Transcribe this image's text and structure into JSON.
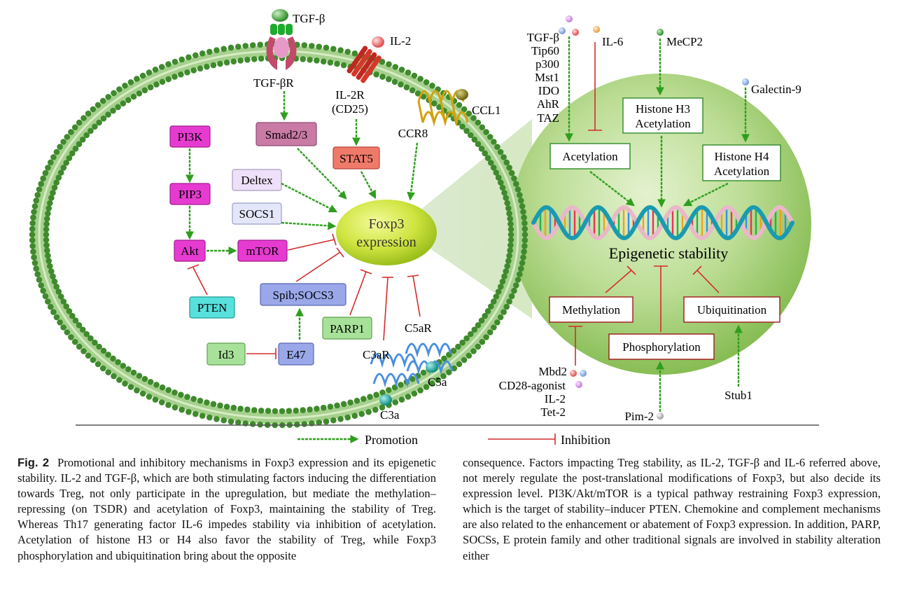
{
  "figure": {
    "membrane_labels": {
      "tgfb": "TGF-β",
      "tgfbr": "TGF-βR",
      "il2": "IL-2",
      "il2r_line1": "IL-2R",
      "il2r_line2": "(CD25)",
      "ccl1": "CCL1",
      "ccr8": "CCR8",
      "c5ar": "C5aR",
      "c3ar": "C3aR",
      "c5a": "C5a",
      "c3a": "C3a"
    },
    "boxes": {
      "pi3k": "PI3K",
      "pip3": "PIP3",
      "akt": "Akt",
      "mtor": "mTOR",
      "pten": "PTEN",
      "smad": "Smad2/3",
      "deltex": "Deltex",
      "socs1": "SOCS1",
      "stat5": "STAT5",
      "spib": "Spib;SOCS3",
      "parp1": "PARP1",
      "id3": "Id3",
      "e47": "E47"
    },
    "foxp3_line1": "Foxp3",
    "foxp3_line2": "expression",
    "epigenetic": {
      "inputs_acetylation": [
        "TGF-β",
        "Tip60",
        "p300",
        "Mst1",
        "IDO",
        "AhR",
        "TAZ"
      ],
      "il6": "IL-6",
      "mecp2": "MeCP2",
      "galectin9": "Galectin-9",
      "acetylation": "Acetylation",
      "histone_h3_line1": "Histone H3",
      "histone_h3_line2": "Acetylation",
      "histone_h4_line1": "Histone H4",
      "histone_h4_line2": "Acetylation",
      "stability": "Epigenetic stability",
      "methylation": "Methylation",
      "ubiquitination": "Ubiquitination",
      "phosphorylation": "Phosphorylation",
      "methylation_inputs": [
        "Mbd2",
        "CD28-agonist",
        "IL-2",
        "Tet-2"
      ],
      "pim2": "Pim-2",
      "stub1": "Stub1"
    },
    "legend": {
      "promotion": "Promotion",
      "inhibition": "Inhibition"
    }
  },
  "caption": {
    "label": "Fig. 2",
    "left": "Promotional and inhibitory mechanisms in Foxp3 expression and its epigenetic stability. IL-2 and TGF-β, which are both stimulating factors inducing the differentiation towards Treg, not only participate in the upregulation, but mediate the methylation–repressing (on TSDR) and acetylation of Foxp3, maintaining the stability of Treg. Whereas Th17 generating factor IL-6 impedes stability via inhibition of acetylation. Acetylation of histone H3 or H4 also favor the stability of Treg, while Foxp3 phosphorylation and ubiquitination bring about the opposite",
    "right": "consequence. Factors impacting Treg stability, as IL-2, TGF-β and IL-6 referred above, not merely regulate the post-translational modifications of Foxp3, but also decide its expression level. PI3K/Akt/mTOR is a typical pathway restraining Foxp3 expression, which is the target of stability–inducer PTEN. Chemokine and complement mechanisms are also related to the enhancement or abatement of Foxp3 expression. In addition, PARP, SOCSs, E protein family and other traditional signals are involved in stability alteration either"
  },
  "colors": {
    "promotion_arrow": "#2f9e1e",
    "inhibition_line": "#d42b2b",
    "membrane_head": "#3f8a2c",
    "foxp3_fill": "#c9e23c",
    "sphere_fill": "#9ccc6a",
    "box_magenta": "#e63bd0",
    "box_pink": "#c97aa5",
    "box_salmon": "#f07a6a",
    "box_lavender": "#e8dcf6",
    "box_blue": "#9aa8ea",
    "box_cyan": "#58e0dc",
    "box_green": "#a8e29a"
  }
}
